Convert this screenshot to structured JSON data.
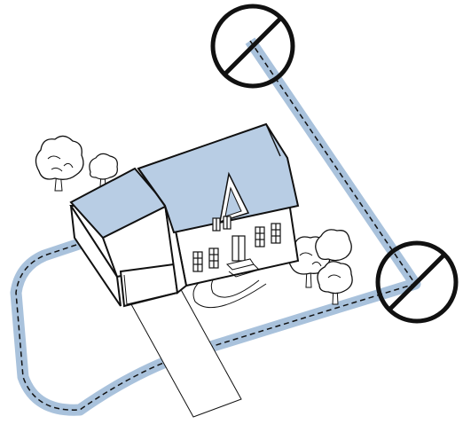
{
  "diagram": {
    "subject": "house-with-perimeter-path",
    "colors": {
      "path": "#a9c2dc",
      "roof": "#b8cde4",
      "outline": "#111111",
      "wall": "#ffffff",
      "no_symbol": "#111111"
    },
    "icons": [
      "no-entry-icon",
      "no-entry-icon"
    ],
    "trees": 5,
    "house_windows": 7
  }
}
